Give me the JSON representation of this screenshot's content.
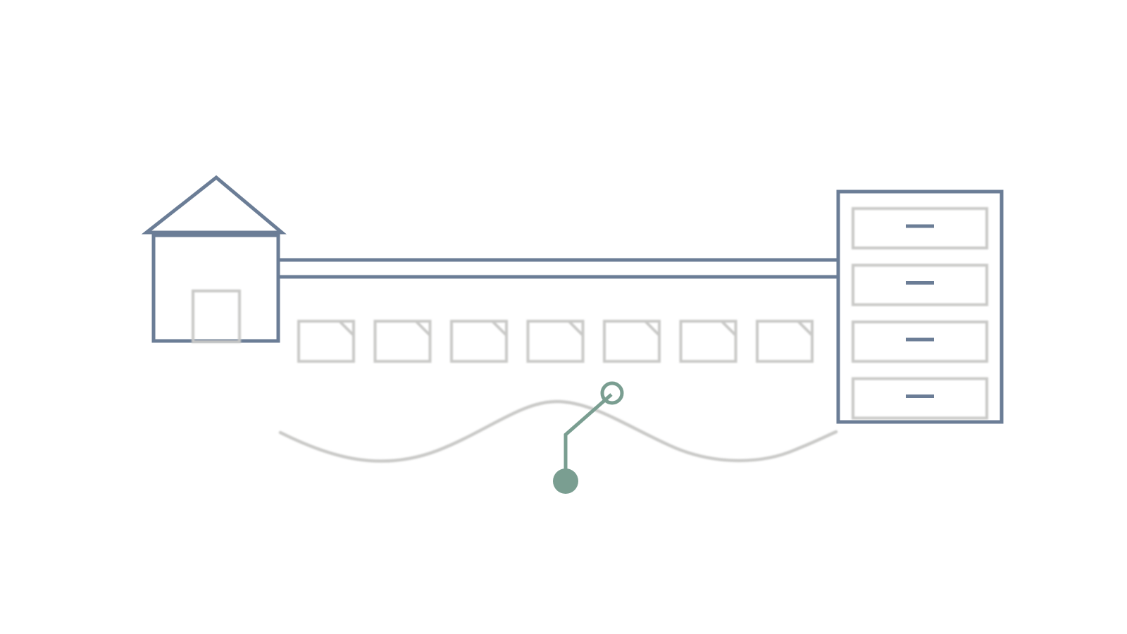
{
  "colors": {
    "background": "#ffffff",
    "primary_stroke": "#6b7d96",
    "muted_stroke": "#c9c9c7",
    "accent": "#7a9e91"
  },
  "icons": {
    "building": "house-icon",
    "building_door": "door-icon",
    "storage": "filing-cabinet-icon",
    "drawer": "drawer-icon",
    "document": "document-icon",
    "path": "wave-line",
    "marker": "pin-with-connector-icon"
  },
  "document_count": 7,
  "drawer_count": 4
}
